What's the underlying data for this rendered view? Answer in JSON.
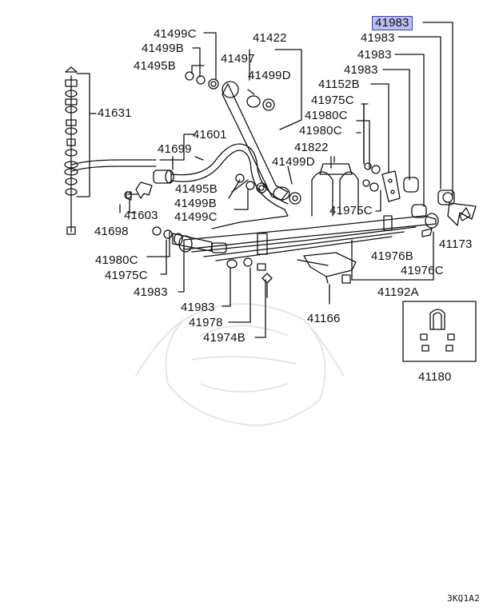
{
  "diagram": {
    "footer_code": "3KQ1A2",
    "highlighted_part": "41983",
    "labels": {
      "p41983_hl": "41983",
      "p41983_a": "41983",
      "p41983_b": "41983",
      "p41983_c": "41983",
      "p41499C_top": "41499C",
      "p41499B_top": "41499B",
      "p41495B_top": "41495B",
      "p41422": "41422",
      "p41497": "41497",
      "p41499D_top": "41499D",
      "p41152B": "41152B",
      "p41975C_r": "41975C",
      "p41980C_r1": "41980C",
      "p41980C_r2": "41980C",
      "p41631": "41631",
      "p41601": "41601",
      "p41699": "41699",
      "p41822": "41822",
      "p41499D_mid": "41499D",
      "p41495B_mid": "41495B",
      "p41499B_mid": "41499B",
      "p41499C_mid": "41499C",
      "p41975C_mid": "41975C",
      "p41603": "41603",
      "p41698": "41698",
      "p41173": "41173",
      "p41976B": "41976B",
      "p41976C": "41976C",
      "p41192A": "41192A",
      "p41980C_l": "41980C",
      "p41975C_l": "41975C",
      "p41983_l": "41983",
      "p41983_m": "41983",
      "p41978": "41978",
      "p41974B": "41974B",
      "p41166": "41166",
      "p41180": "41180"
    }
  }
}
